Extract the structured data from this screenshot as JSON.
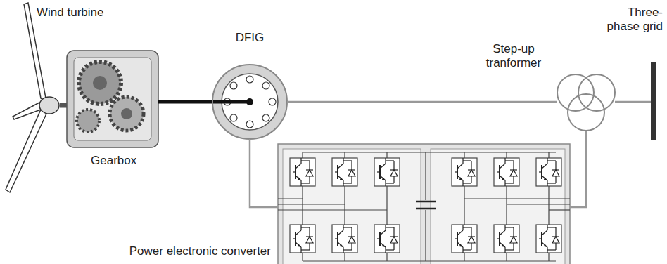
{
  "diagram": {
    "nodes": [
      {
        "text": [
          "Wind turbine"
        ]
      },
      {
        "text": [
          "Gearbox"
        ]
      },
      {
        "text": [
          "DFIG"
        ]
      },
      {
        "text": [
          "Step-up tranformer"
        ]
      },
      {
        "text": [
          "Three-phase grid"
        ]
      },
      {
        "text": [
          "Power electronic converter"
        ]
      }
    ],
    "edges": [
      {
        "from": 0,
        "to": 1,
        "arrow": "none"
      },
      {
        "from": 1,
        "to": 2,
        "arrow": "none"
      },
      {
        "from": 2,
        "to": 3,
        "arrow": "none"
      },
      {
        "from": 2,
        "to": 5,
        "arrow": "none"
      },
      {
        "from": 5,
        "to": 3,
        "arrow": "none"
      },
      {
        "from": 3,
        "to": 4,
        "arrow": "none"
      }
    ]
  }
}
